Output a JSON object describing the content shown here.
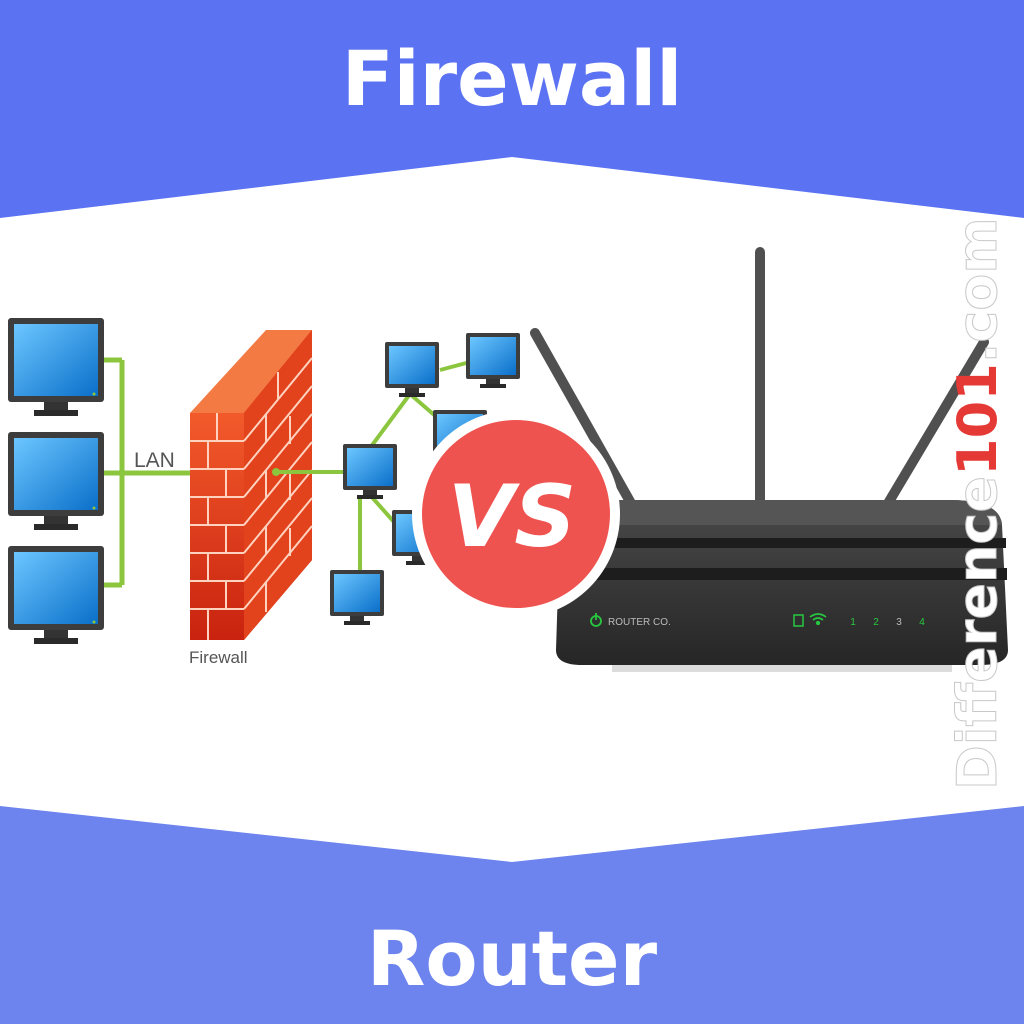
{
  "header": {
    "title": "Firewall"
  },
  "footer": {
    "title": "Router"
  },
  "badge": {
    "label": "VS"
  },
  "firewall_diagram": {
    "lan_label": "LAN",
    "firewall_label": "Firewall"
  },
  "router": {
    "brand_label": "ROUTER CO.",
    "port_labels": [
      "1",
      "2",
      "3",
      "4"
    ]
  },
  "watermark": {
    "prefix": "Difference",
    "number": "101",
    "suffix": ".com"
  },
  "colors": {
    "header_blue": "#5b73f2",
    "footer_blue": "#6d84ee",
    "vs_red": "#ef5350",
    "brick_red": "#e8431f",
    "router_gray": "#3a3a3a",
    "led_green": "#27c93f",
    "lan_green": "#8cc63f",
    "screen_blue": "#1e8fe0",
    "watermark_red": "#e53935"
  },
  "icons": [
    "monitor-icon",
    "brick-wall-icon",
    "router-icon",
    "power-icon",
    "wifi-icon"
  ]
}
